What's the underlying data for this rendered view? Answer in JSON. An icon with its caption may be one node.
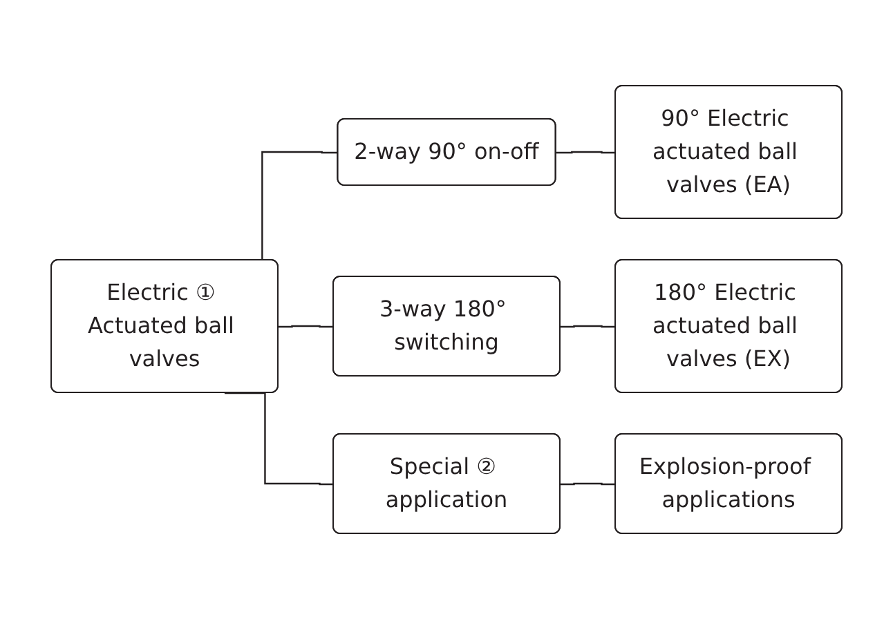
{
  "diagram": {
    "nodes": [
      {
        "text": [
          "Electric ① Actuated ball valves"
        ]
      },
      {
        "text": [
          "2-way 90° on-off"
        ]
      },
      {
        "text": [
          "3-way 180° switching"
        ]
      },
      {
        "text": [
          "Special ② application"
        ]
      },
      {
        "text": [
          "90° Electric actuated ball valves (EA)"
        ]
      },
      {
        "text": [
          "180° Electric actuated ball valves (EX)"
        ]
      },
      {
        "text": [
          "Explosion-proof applications"
        ]
      }
    ],
    "edges": [
      {
        "from": 0,
        "to": 1,
        "arrow": "none"
      },
      {
        "from": 0,
        "to": 2,
        "arrow": "none"
      },
      {
        "from": 0,
        "to": 3,
        "arrow": "none"
      },
      {
        "from": 1,
        "to": 4,
        "arrow": "none"
      },
      {
        "from": 2,
        "to": 5,
        "arrow": "none"
      },
      {
        "from": 3,
        "to": 6,
        "arrow": "none"
      }
    ]
  }
}
